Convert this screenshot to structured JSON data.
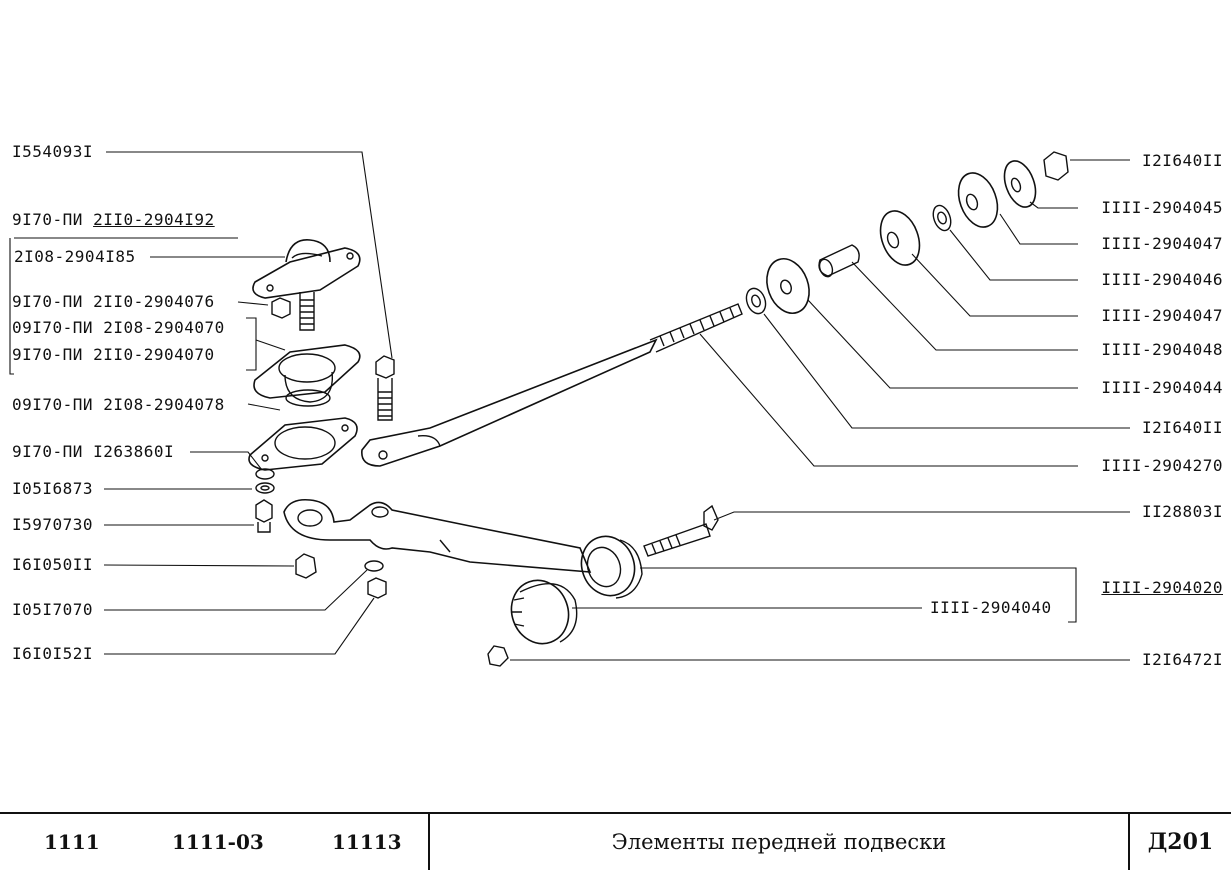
{
  "labels_left": {
    "l1": "I554093I",
    "l2_prefix": "9I70-ПИ ",
    "l2_part": "2II0-2904I92",
    "l3": "2I08-2904I85",
    "l4": "9I70-ПИ 2II0-2904076",
    "l5": "09I70-ПИ 2I08-2904070",
    "l6": "9I70-ПИ  2II0-2904070",
    "l7": "09I70-ПИ 2I08-2904078",
    "l8": "9I70-ПИ I263860I",
    "l9": "I05I6873",
    "l10": "I5970730",
    "l11": "I6I050II",
    "l12": "I05I7070",
    "l13": "I6I0I52I"
  },
  "labels_right": {
    "r1": "I2I640II",
    "r2": "IIII-2904045",
    "r3": "IIII-2904047",
    "r4": "IIII-2904046",
    "r5": "IIII-2904047",
    "r6": "IIII-2904048",
    "r7": "IIII-2904044",
    "r8": "I2I640II",
    "r9": "IIII-2904270",
    "r10": "II28803I",
    "r11": "IIII-2904020",
    "r12": "IIII-2904040",
    "r13": "I2I6472I"
  },
  "footer": {
    "model1": "1111",
    "model2": "1111-03",
    "model3": "11113",
    "title": "Элементы передней подвески",
    "code": "Д201"
  }
}
